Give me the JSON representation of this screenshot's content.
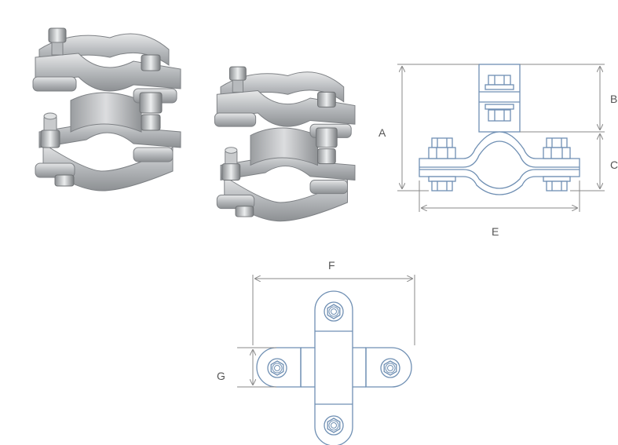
{
  "colors": {
    "background": "#ffffff",
    "line_drawing": "#6f8fb3",
    "dimension_lines": "#8a8a8a",
    "label_text": "#555555",
    "metal_light": "#d4d6d8",
    "metal_mid": "#a9acaf",
    "metal_dark": "#7d8084"
  },
  "icons": {
    "photo_clamp_1": "cross-clamp-photo-icon",
    "photo_clamp_2": "cross-clamp-photo-icon",
    "side_view": "clamp-side-view-icon",
    "top_view": "clamp-top-view-icon"
  },
  "dimensions": {
    "A": "A",
    "B": "B",
    "C": "C",
    "E": "E",
    "F": "F",
    "G": "G"
  }
}
